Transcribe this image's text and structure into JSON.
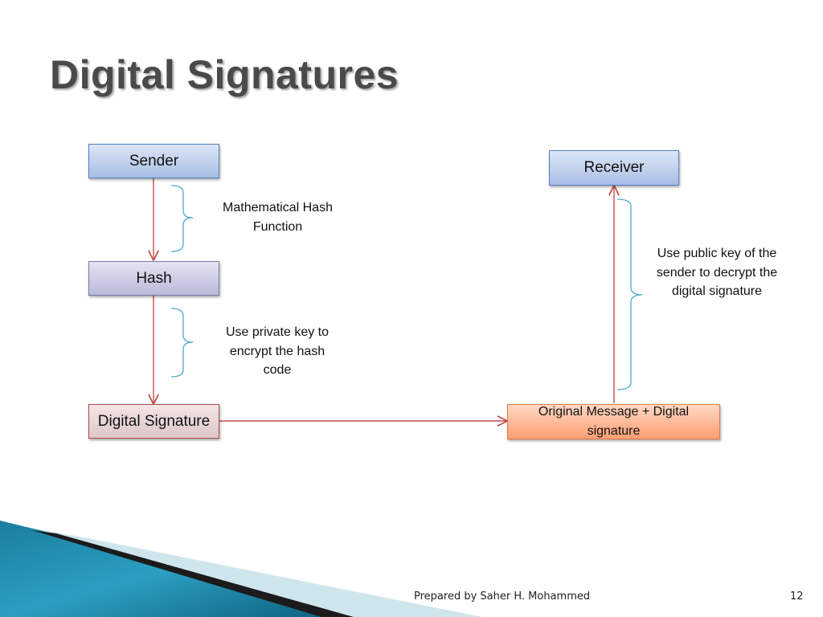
{
  "slide": {
    "title": "Digital Signatures",
    "footer_author": "Prepared by Saher H. Mohammed",
    "page_number": "12"
  },
  "diagram": {
    "nodes": {
      "sender": "Sender",
      "hash": "Hash",
      "digital_signature": "Digital Signature",
      "original_message": "Original Message + Digital signature",
      "receiver": "Receiver"
    },
    "annotations": {
      "hash_function": "Mathematical Hash Function",
      "private_key": "Use private key to encrypt the hash code",
      "public_key": "Use public key of the sender to decrypt the digital signature"
    }
  },
  "colors": {
    "arrow": "#c0504d",
    "brace": "#4bacc6",
    "box_border_blue": "#4f81bd",
    "title_text": "#4a4a4a"
  }
}
